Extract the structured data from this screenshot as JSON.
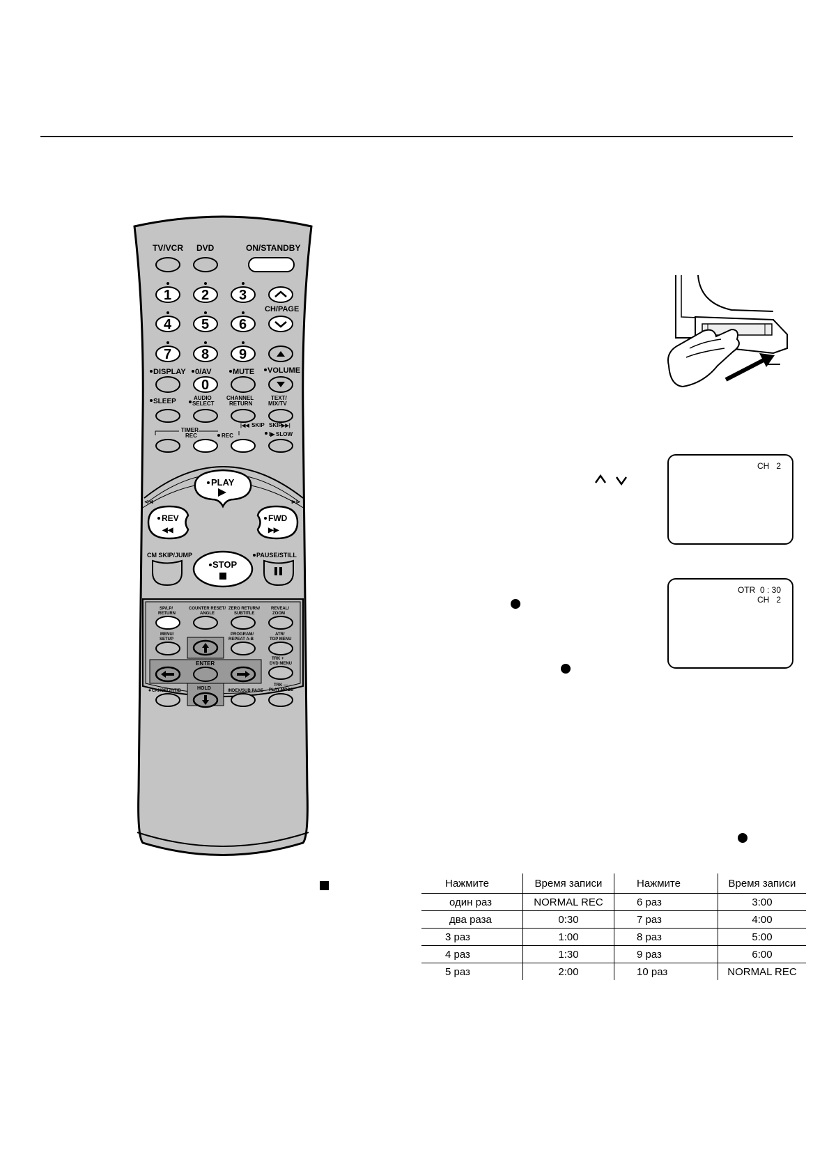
{
  "remote": {
    "buttons": {
      "tvvcr": "TV/VCR",
      "dvd": "DVD",
      "onstandby": "ON/STANDBY",
      "n1": "1",
      "n2": "2",
      "n3": "3",
      "n4": "4",
      "n5": "5",
      "n6": "6",
      "n7": "7",
      "n8": "8",
      "n9": "9",
      "n0": "0",
      "chpage": "CH/PAGE",
      "display": "DISPLAY",
      "zeroav": "0/AV",
      "mute": "MUTE",
      "volume": "VOLUME",
      "sleep": "SLEEP",
      "audio1": "AUDIO",
      "audio2": "SELECT",
      "chanret1": "CHANNEL",
      "chanret2": "RETURN",
      "text1": "TEXT/",
      "text2": "MIX/TV",
      "timer1": "TIMER",
      "timer2": "REC",
      "rec": "REC",
      "skipback": "SKIP",
      "skipfwd": "SKIP",
      "slow": "SLOW",
      "play": "PLAY",
      "rev": "REV",
      "fwd": "FWD",
      "cmskip": "CM SKIP/JUMP",
      "stop": "STOP",
      "pause": "PAUSE/STILL",
      "sp1": "SP/LP/",
      "sp2": "RETURN",
      "cr1": "COUNTER RESET/",
      "cr2": "ANGLE",
      "zr1": "ZERO RETURN/",
      "zr2": "SUBTITLE",
      "rv1": "REVEAL/",
      "rv2": "ZOOM",
      "menu1": "MENU/",
      "menu2": "SETUP",
      "prog1": "PROGRAM/",
      "prog2": "REPEAT A-B",
      "atr1": "ATR/",
      "atr2": "TOP MENU",
      "enter": "ENTER",
      "hold": "HOLD",
      "trkp1": "TRK +",
      "trkp2": "DVD MENU",
      "cancel": "CANCEL/F/T/B",
      "index": "INDEX/SUB PAGE",
      "trkm1": "TRK —",
      "trkm2": "PLAY MODE"
    }
  },
  "screen1": {
    "line1": "CH   2"
  },
  "screen2": {
    "line1": "OTR  0 : 30",
    "line2": "CH   2"
  },
  "table": {
    "headers": [
      "Нажмите",
      "Время записи",
      "Нажмите",
      "Время записи"
    ],
    "rows": [
      [
        "один раз",
        "NORMAL REC",
        "6 раз",
        "3:00"
      ],
      [
        "два раза",
        "0:30",
        "7 раз",
        "4:00"
      ],
      [
        "3 раз",
        "1:00",
        "8 раз",
        "5:00"
      ],
      [
        "4 раз",
        "1:30",
        "9 раз",
        "6:00"
      ],
      [
        "5 раз",
        "2:00",
        "10 раз",
        "NORMAL REC"
      ]
    ]
  }
}
